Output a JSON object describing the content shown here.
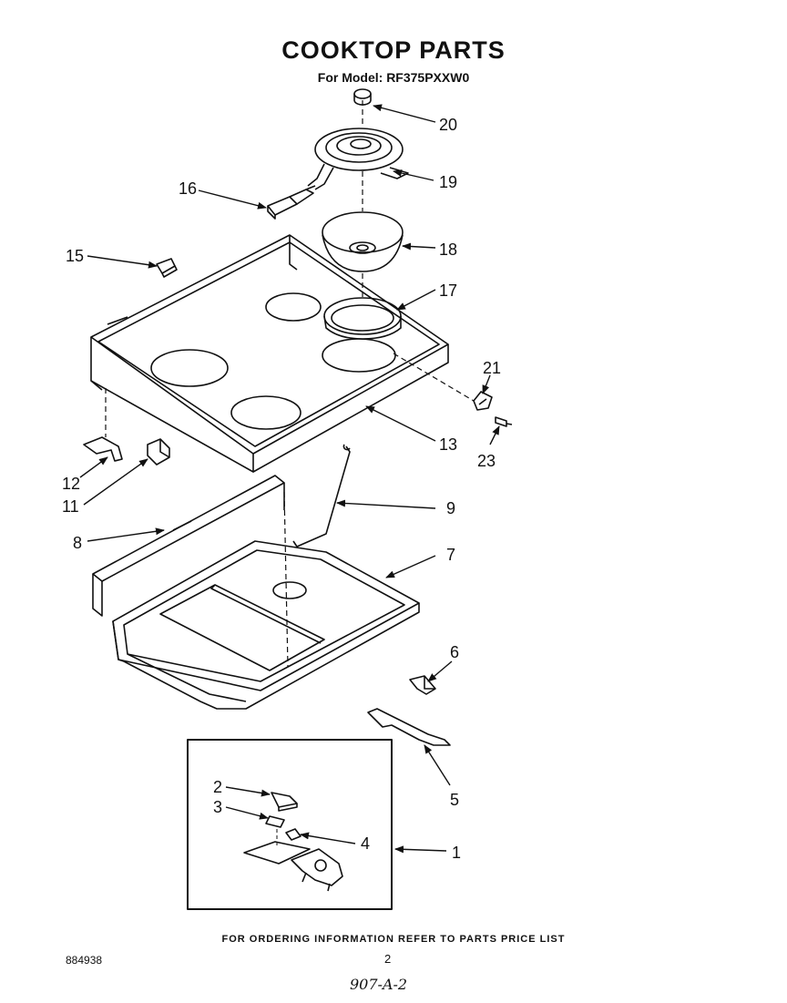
{
  "header": {
    "title": "COOKTOP PARTS",
    "model_line": "For Model: RF375PXXW0"
  },
  "callouts": {
    "c1": "1",
    "c2": "2",
    "c3": "3",
    "c4": "4",
    "c5": "5",
    "c6": "6",
    "c7": "7",
    "c8": "8",
    "c9": "9",
    "c11": "11",
    "c12": "12",
    "c13": "13",
    "c15": "15",
    "c16": "16",
    "c17": "17",
    "c18": "18",
    "c19": "19",
    "c20": "20",
    "c21": "21",
    "c23": "23"
  },
  "footer": {
    "ordering_note": "FOR ORDERING INFORMATION REFER TO PARTS PRICE LIST",
    "doc_number": "884938",
    "page_number": "2",
    "handwritten_code": "907-A-2"
  }
}
